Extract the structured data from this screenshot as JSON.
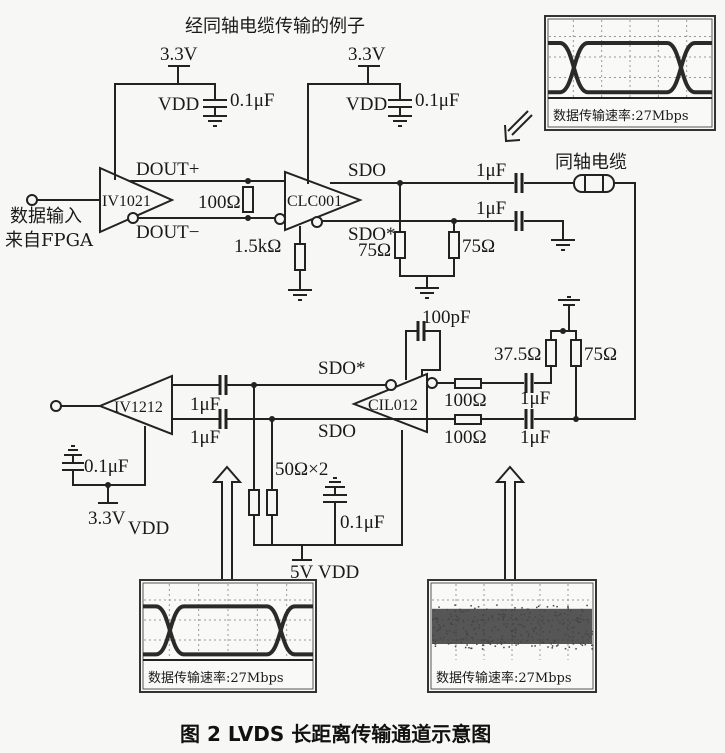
{
  "figure": {
    "title": "经同轴电缆传输的例子",
    "caption": "图 2   LVDS 长距离传输通道示意图"
  },
  "components": {
    "driver": "IV1021",
    "coax_driver": "CLC001",
    "equalizer": "CIL012",
    "receiver": "IV1212"
  },
  "signals": {
    "dout_plus": "DOUT+",
    "dout_minus": "DOUT−",
    "sdo": "SDO",
    "sdo_star": "SDO*",
    "sdo_star_rx": "SDO*",
    "sdo_rx": "SDO"
  },
  "values": {
    "v33_a": "3.3V",
    "v33_b": "3.3V",
    "vdd_a": "VDD",
    "vdd_b": "VDD",
    "cap_01_a": "0.1μF",
    "cap_01_b": "0.1μF",
    "r100_term": "100Ω",
    "r15k": "1.5kΩ",
    "r75_a": "75Ω",
    "r75_b": "75Ω",
    "c1u_a": "1μF",
    "c1u_b": "1μF",
    "c100p": "100pF",
    "r375": "37.5Ω",
    "r75_c": "75Ω",
    "r100_a": "100Ω",
    "r100_b": "100Ω",
    "c1u_c": "1μF",
    "c1u_d": "1μF",
    "c1u_e": "1μF",
    "c1u_f": "1μF",
    "r50x2": "50Ω×2",
    "cap_01_c": "0.1μF",
    "v5": "5V",
    "vdd_c": "VDD",
    "cap_01_d": "0.1μF",
    "v33_c": "3.3V",
    "vdd_d": "VDD"
  },
  "labels": {
    "input_line1": "数据输入",
    "input_line2": "来自FPGA",
    "coax": "同轴电缆"
  },
  "scopes": [
    {
      "text": "数据传输速率:27Mbps",
      "pattern": "eye-open"
    },
    {
      "text": "数据传输速率:27Mbps",
      "pattern": "eye-open"
    },
    {
      "text": "数据传输速率:27Mbps",
      "pattern": "noise"
    }
  ]
}
